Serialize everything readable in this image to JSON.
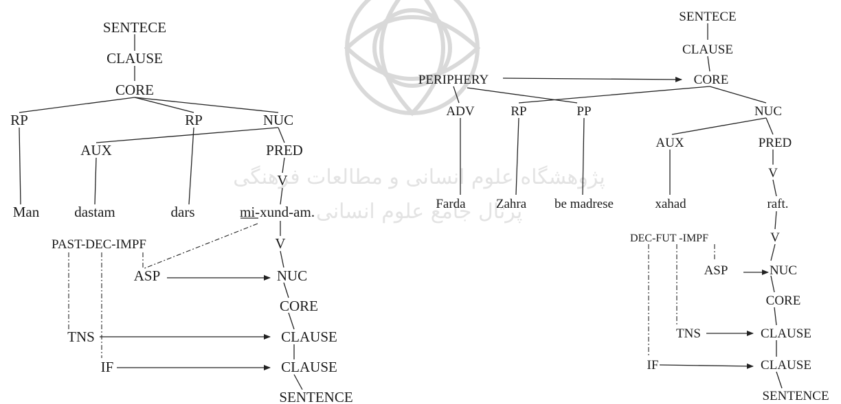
{
  "watermark": {
    "line1": "پژوهشگاه علوم انسانی و مطالعات فرهنگی",
    "line2": "پرتال جامع علوم انسانی"
  },
  "left_tree": {
    "sentence_top": "SENTECE",
    "clause_top": "CLAUSE",
    "core_top": "CORE",
    "rp1": "RP",
    "rp2": "RP",
    "nuc_top": "NUC",
    "aux": "AUX",
    "pred": "PRED",
    "v_top": "V",
    "word_man": "Man",
    "word_dastam": "dastam",
    "word_dars": "dars",
    "word_mi": "mi",
    "word_rest": "-xund-am.",
    "operators": "PAST-DEC-IMPF",
    "v_bottom": "V",
    "asp": "ASP",
    "nuc_bottom": "NUC",
    "core_bottom": "CORE",
    "tns": "TNS",
    "clause_tns": "CLAUSE",
    "if": "IF",
    "clause_if": "CLAUSE",
    "sentence_bottom": "SENTENCE"
  },
  "right_tree": {
    "sentence_top": "SENTECE",
    "clause_top": "CLAUSE",
    "core_top": "CORE",
    "periphery": "PERIPHERY",
    "adv": "ADV",
    "rp": "RP",
    "pp": "PP",
    "nuc_top": "NUC",
    "aux": "AUX",
    "pred": "PRED",
    "v_top": "V",
    "word_farda": "Farda",
    "word_zahra": "Zahra",
    "word_madrese": "be madrese",
    "word_xahad": "xahad",
    "word_raft": "raft.",
    "operators": "DEC-FUT -IMPF",
    "v_bottom": "V",
    "asp": "ASP",
    "nuc_bottom": "NUC",
    "core_bottom": "CORE",
    "tns": "TNS",
    "clause_tns": "CLAUSE",
    "if": "IF",
    "clause_if": "CLAUSE",
    "sentence_bottom": "SENTENCE"
  }
}
